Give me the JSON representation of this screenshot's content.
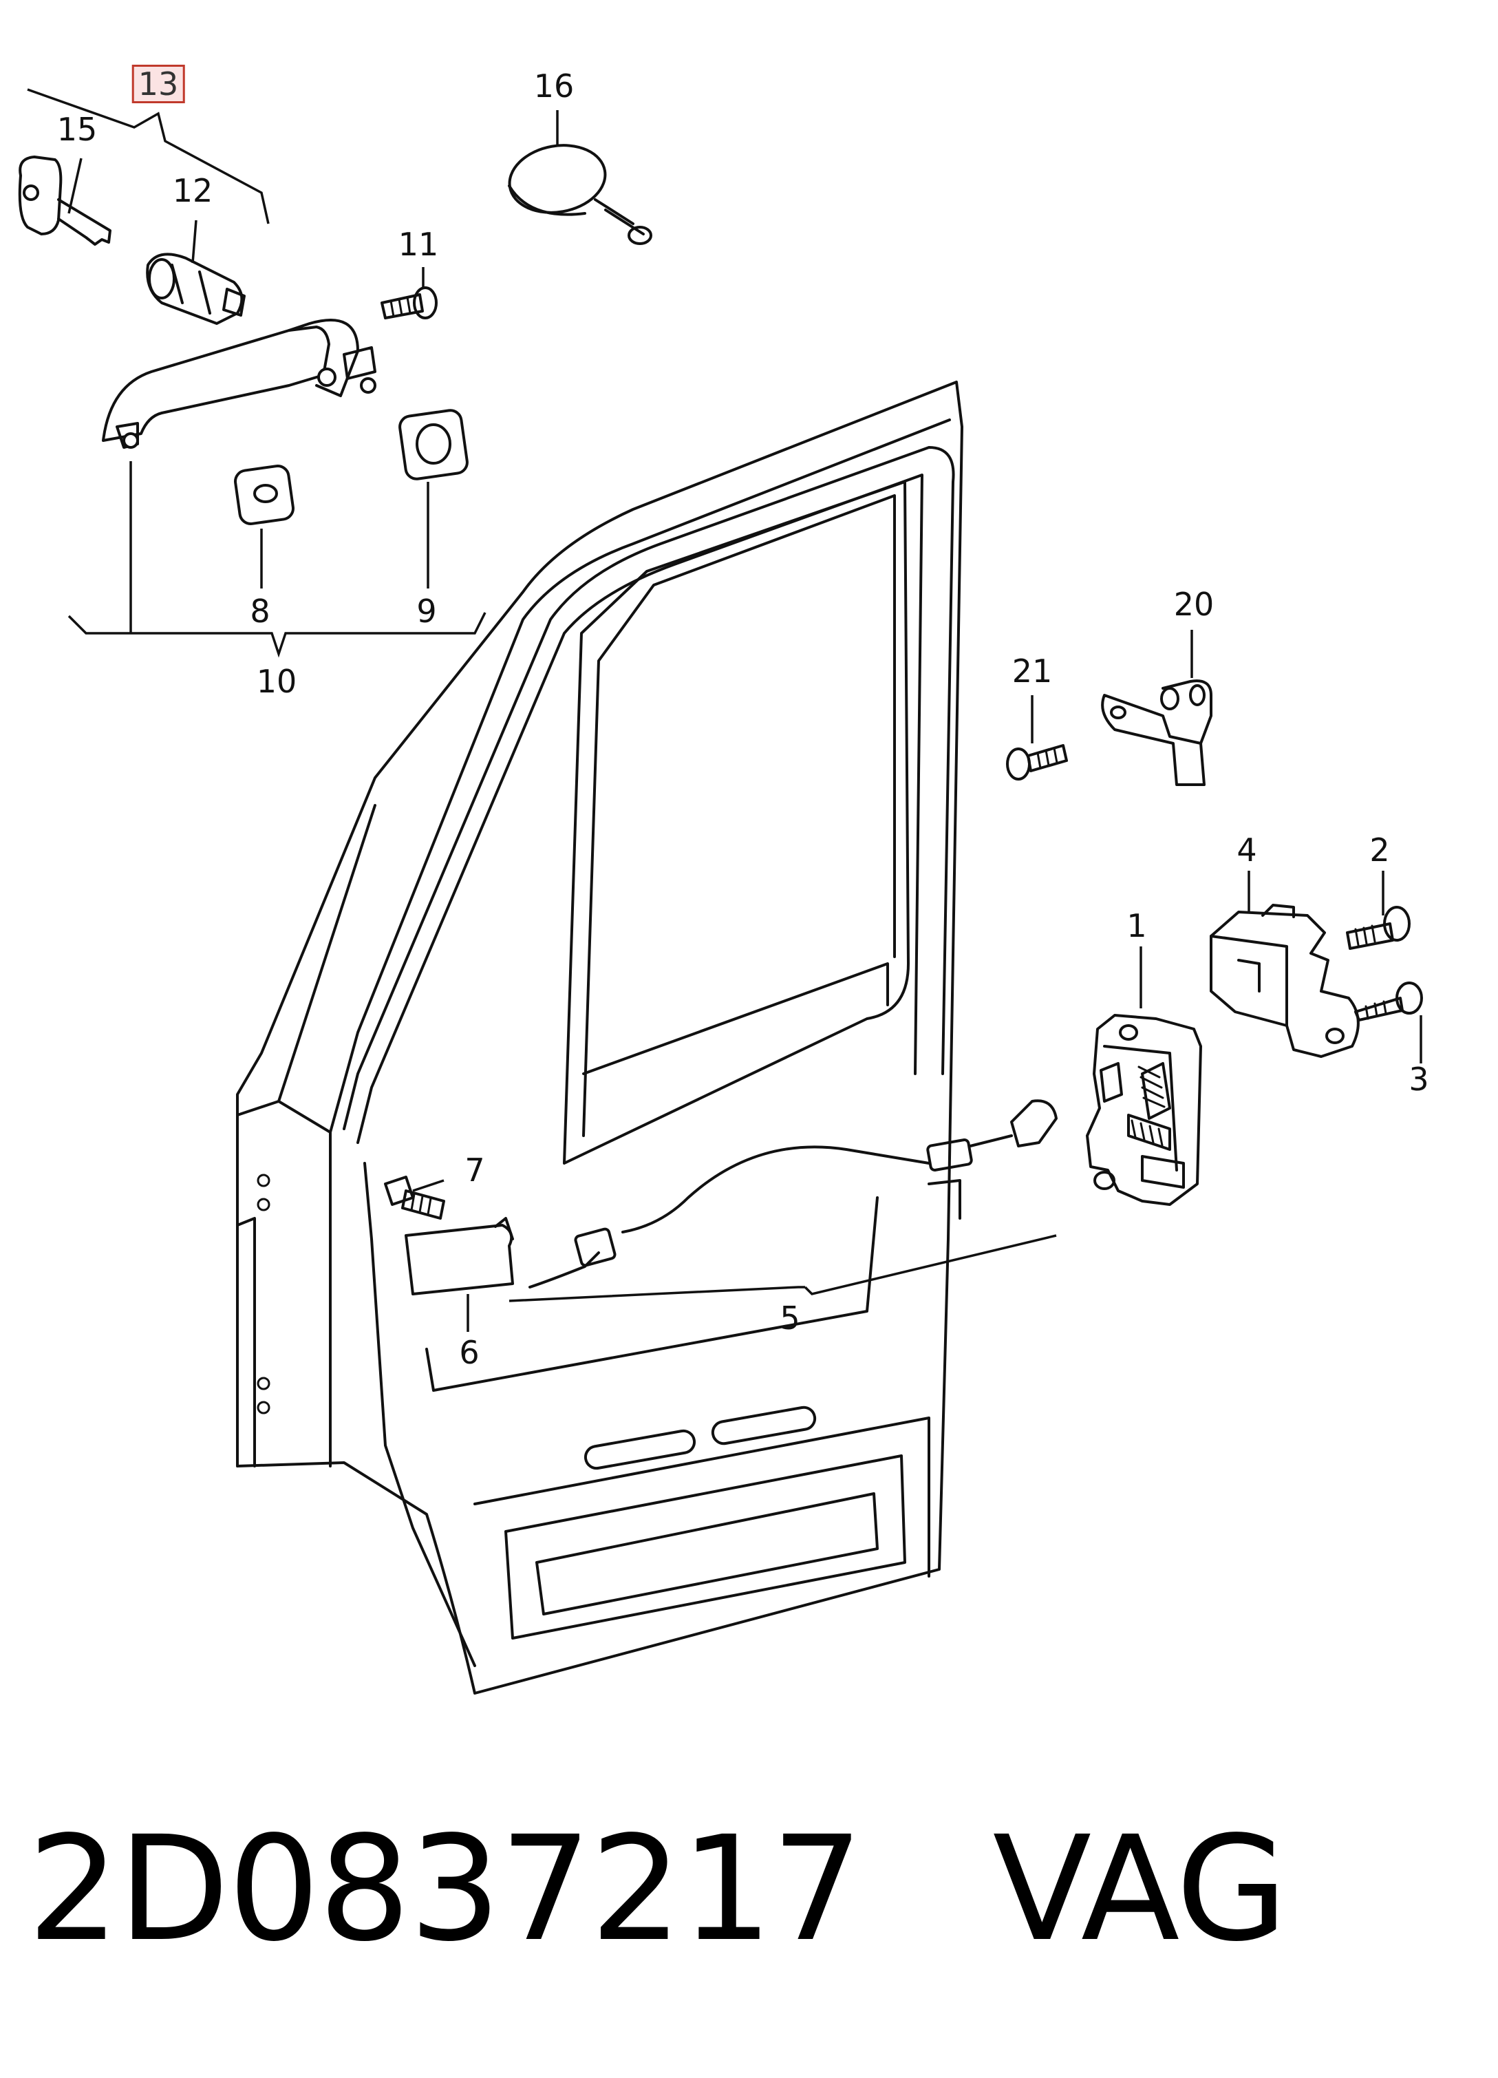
{
  "callouts": [
    {
      "id": "13",
      "label": "13",
      "highlighted": true
    },
    {
      "id": "15",
      "label": "15"
    },
    {
      "id": "12",
      "label": "12"
    },
    {
      "id": "16",
      "label": "16"
    },
    {
      "id": "11",
      "label": "11"
    },
    {
      "id": "8",
      "label": "8"
    },
    {
      "id": "9",
      "label": "9"
    },
    {
      "id": "10",
      "label": "10"
    },
    {
      "id": "20",
      "label": "20"
    },
    {
      "id": "21",
      "label": "21"
    },
    {
      "id": "4",
      "label": "4"
    },
    {
      "id": "2",
      "label": "2"
    },
    {
      "id": "1",
      "label": "1"
    },
    {
      "id": "3",
      "label": "3"
    },
    {
      "id": "7",
      "label": "7"
    },
    {
      "id": "6",
      "label": "6"
    },
    {
      "id": "5",
      "label": "5"
    }
  ],
  "footer": {
    "part_number": "2D0837217",
    "brand": "VAG"
  },
  "colors": {
    "line": "#111111",
    "highlight_border": "#c0392b",
    "highlight_fill": "#fbe3e3",
    "background": "#ffffff"
  }
}
